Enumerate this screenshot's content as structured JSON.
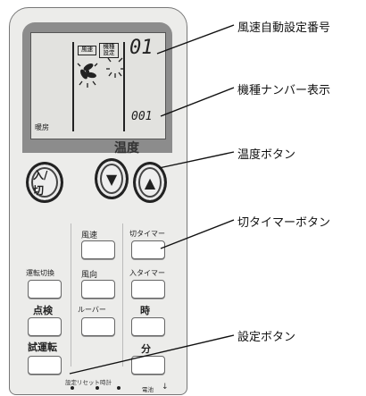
{
  "lcd": {
    "box_fan": "風速",
    "box_model_1": "機種",
    "box_model_2": "設定",
    "big_digits": "01",
    "small_digits": "001",
    "mode": "暖房"
  },
  "temperature_label": "温度",
  "buttons": {
    "power": "入/切",
    "down": "▼",
    "up": "▲",
    "fan_speed": "風速",
    "off_timer": "切タイマー",
    "mode_switch": "運転切換",
    "direction": "風向",
    "on_timer": "入タイマー",
    "inspect": "点検",
    "louver": "ルーバー",
    "hour": "時",
    "trial_run": "試運転",
    "minute": "分"
  },
  "footer": {
    "set_reset_clock": "設定リセット時計",
    "battery": "電池"
  },
  "callouts": {
    "fan_auto_number": "風速自動設定番号",
    "model_number_display": "機種ナンバー表示",
    "temp_buttons": "温度ボタン",
    "off_timer_button": "切タイマーボタン",
    "set_button": "設定ボタン"
  }
}
